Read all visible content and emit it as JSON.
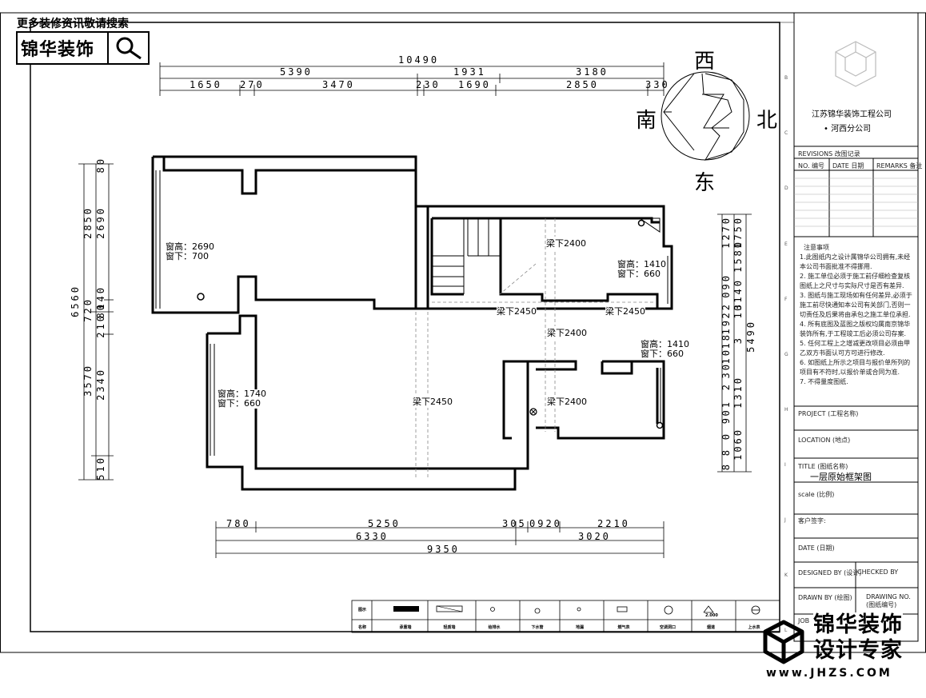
{
  "header": {
    "banner": "更多装修资讯敬请搜索",
    "logo_text": "锦华装饰",
    "search_icon": "search-icon"
  },
  "compass": {
    "north": "北",
    "south": "南",
    "east": "东",
    "west": "西"
  },
  "dimensions": {
    "top": [
      "10490",
      "5390",
      "1931",
      "3180",
      "1650",
      "270",
      "3470",
      "230",
      "1690",
      "2850",
      "330"
    ],
    "bottom": [
      "780",
      "5250",
      "305",
      "0920",
      "2210",
      "6330",
      "3020",
      "9350"
    ],
    "left": [
      "80",
      "2850",
      "2690",
      "6560",
      "140",
      "80",
      "210",
      "720",
      "3570",
      "2340",
      "510"
    ],
    "right": [
      "1270",
      "1580",
      "090",
      "0140",
      "1750",
      "22",
      "19",
      "18",
      "10",
      "30",
      "01",
      "13",
      "5490",
      "1060",
      "1310",
      "3",
      "8",
      "9",
      "0",
      "2",
      "8"
    ]
  },
  "windows": [
    {
      "height": "窗高：2690",
      "sill": "窗下：700"
    },
    {
      "height": "窗高：1410",
      "sill": "窗下：660"
    },
    {
      "height": "窗高：1410",
      "sill": "窗下：660"
    },
    {
      "height": "窗高：1740",
      "sill": "窗下：660"
    }
  ],
  "beams": [
    "梁下2400",
    "梁下2450",
    "梁下2450",
    "梁下2400",
    "梁下2450",
    "梁下2400"
  ],
  "title_block": {
    "company": "江苏锦华装饰工程公司",
    "branch": "河西分公司",
    "revisions": "REVISIONS 改图记录",
    "rev_no": "NO. 编号",
    "rev_date": "DATE 日期",
    "rev_remarks": "REMARKS 备注",
    "notes_title": "注意事项",
    "notes": [
      "1.此图纸内之设计属锦华公司拥有,未经本公司书面批准不得挪用.",
      "2. 施工单位必须于施工前仔细检查复核图纸上之尺寸与实际尺寸是否有差异.",
      "3. 图纸与施工现场如有任何差异,必须于施工前尽快通知本公司有关部门,否则一切责任及后果将由承包之施工单位承担.",
      "4. 所有底图及蓝图之版权均属南京锦华装饰所有,于工程竣工后必须公司存案.",
      "5. 任何工程上之增减更改项目必须由甲乙双方书面认可方可进行修改.",
      "6. 如图纸上所示之项目与报价单所列的项目有不符时,以报价单或合同为准.",
      "7. 不得量度图纸."
    ],
    "project": "PROJECT (工程名称)",
    "location": "LOCATION (地点)",
    "title_label": "TITLE (图纸名称)",
    "title_value": "一层原始框架图",
    "scale": "scale  (比例)",
    "client": "客户签字:",
    "date": "DATE (日期)",
    "designed_by": "DESIGNED BY (设计)",
    "checked_by": "CHECKED BY",
    "drawn_by": "DRAWN BY (绘图)",
    "drawing_no": "DRAWING NO. (图纸编号)",
    "job": "JOB",
    "ruler_letters": [
      "B",
      "C",
      "D",
      "E",
      "F",
      "G",
      "H",
      "I",
      "J",
      "K",
      "L"
    ]
  },
  "legend": {
    "header": "图示",
    "name_label": "名称",
    "items": [
      "承重墙",
      "轻质墙",
      "给排水",
      "下水管",
      "地漏",
      "燃气表",
      "空调洞口",
      "烟道",
      "上水表"
    ],
    "scale_value": "2.000"
  },
  "watermark": {
    "line1": "锦华装饰",
    "line2": "设计专家",
    "url": "www.JHZS.COM"
  }
}
